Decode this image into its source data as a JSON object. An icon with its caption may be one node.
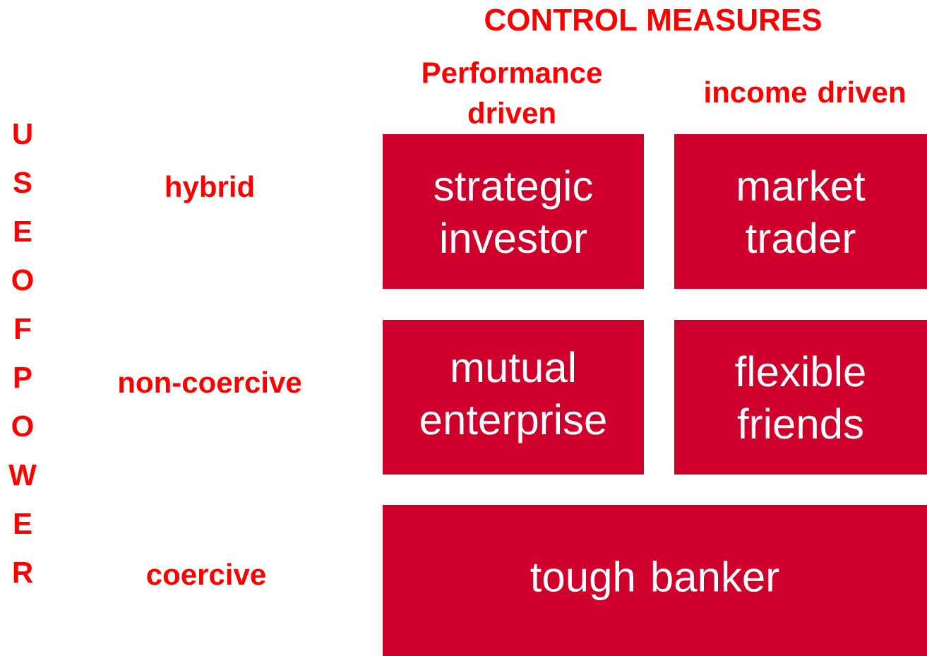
{
  "diagram": {
    "title": "CONTROL MEASURES",
    "nodes": [
      {
        "text": [
          "strategic investor"
        ]
      },
      {
        "text": [
          "market trader"
        ]
      },
      {
        "text": [
          "mutual enterprise"
        ]
      },
      {
        "text": [
          "flexible friends"
        ]
      },
      {
        "text": [
          "tough banker"
        ]
      }
    ],
    "labels": [
      "Performance driven",
      "income driven",
      "USE OF POWER",
      "hybrid",
      "non-coercive",
      "coercive"
    ]
  }
}
